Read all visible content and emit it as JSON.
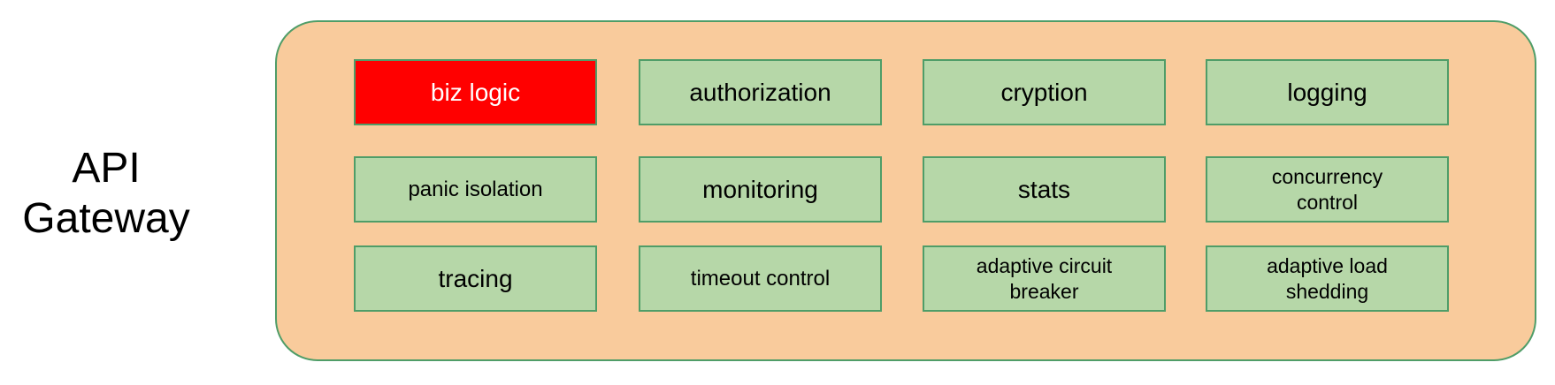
{
  "diagram": {
    "title": "API Gateway",
    "colors": {
      "container_fill": "#f9cb9c",
      "container_border": "#4f9d68",
      "module_fill": "#b6d7a8",
      "module_border": "#4f9d68",
      "module_text": "#000000",
      "highlight_fill": "#ff0000",
      "highlight_text": "#ffffff",
      "title_text": "#000000"
    },
    "modules": [
      {
        "id": "biz-logic",
        "label": "biz logic",
        "highlight": true
      },
      {
        "id": "authorization",
        "label": "authorization",
        "highlight": false
      },
      {
        "id": "cryption",
        "label": "cryption",
        "highlight": false
      },
      {
        "id": "logging",
        "label": "logging",
        "highlight": false
      },
      {
        "id": "panic-isolation",
        "label": "panic isolation",
        "highlight": false
      },
      {
        "id": "monitoring",
        "label": "monitoring",
        "highlight": false
      },
      {
        "id": "stats",
        "label": "stats",
        "highlight": false
      },
      {
        "id": "concurrency-control",
        "label": "concurrency\ncontrol",
        "highlight": false
      },
      {
        "id": "tracing",
        "label": "tracing",
        "highlight": false
      },
      {
        "id": "timeout-control",
        "label": "timeout control",
        "highlight": false
      },
      {
        "id": "adaptive-circuit-breaker",
        "label": "adaptive circuit\nbreaker",
        "highlight": false
      },
      {
        "id": "adaptive-load-shedding",
        "label": "adaptive load\nshedding",
        "highlight": false
      }
    ]
  }
}
